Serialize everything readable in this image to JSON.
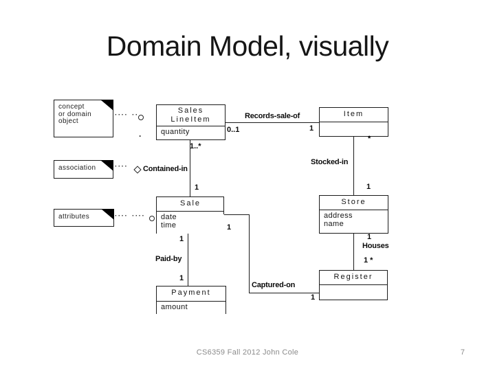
{
  "slide": {
    "title": "Domain Model, visually",
    "footer": "CS6359 Fall 2012 John Cole",
    "page_number": "7"
  },
  "notes": {
    "concept": {
      "line1": "concept",
      "line2": "or domain",
      "line3": "object"
    },
    "association": {
      "label": "association"
    },
    "attributes": {
      "label": "attributes"
    }
  },
  "connectors": {
    "dots": "····",
    "dots_short": "··",
    "stray_dot": "."
  },
  "classes": {
    "sales_lineitem": {
      "name1": "Sales",
      "name2": "LineItem",
      "attr1": "quantity"
    },
    "item": {
      "name": "Item"
    },
    "sale": {
      "name": "Sale",
      "attr1": "date",
      "attr2": "time"
    },
    "store": {
      "name": "Store",
      "attr1": "address",
      "attr2": "name"
    },
    "payment": {
      "name": "Payment",
      "attr1": "amount"
    },
    "register": {
      "name": "Register"
    }
  },
  "associations": {
    "records": "Records-sale-of",
    "contained": "Contained-in",
    "stocked": "Stocked-in",
    "paidby": "Paid-by",
    "houses": "Houses",
    "captured": "Captured-on"
  },
  "multiplicities": {
    "contained_lineitem": "1..*",
    "records_lineitem": "0..1",
    "records_item": "1",
    "stocked_item": "*",
    "stocked_store": "1",
    "contained_sale": "1",
    "captured_sale": "1",
    "paidby_sale": "1",
    "paidby_payment": "1",
    "houses_store": "1",
    "houses_register": "1 *",
    "captured_register": "1"
  },
  "colors": {
    "background": "#ffffff",
    "line": "#1a1a1a",
    "text": "#141414",
    "footer_text": "#8a8a8a"
  }
}
